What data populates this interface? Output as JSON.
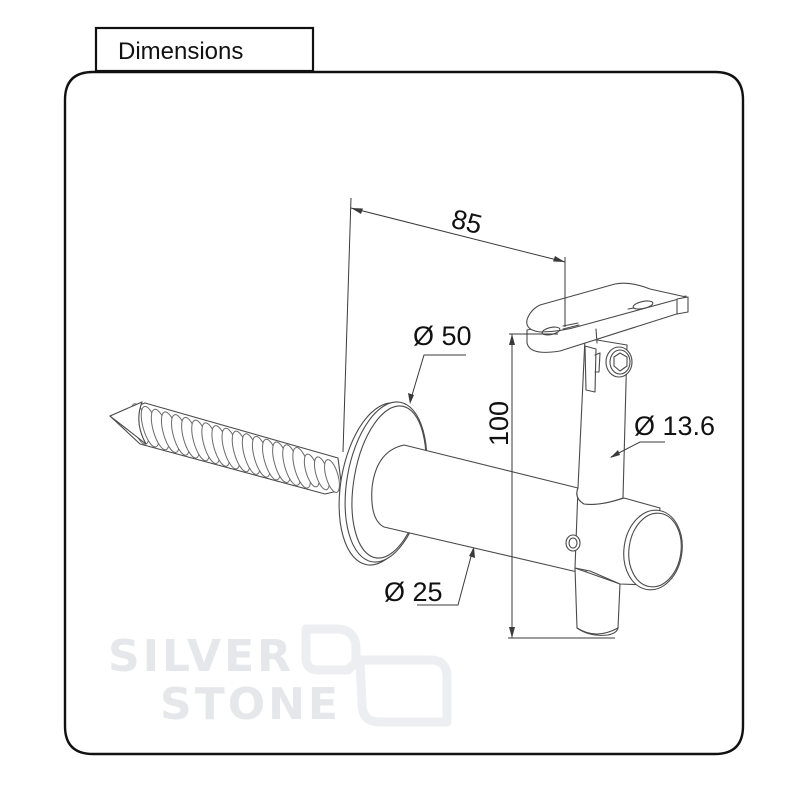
{
  "panel": {
    "title": "Dimensions"
  },
  "drawing": {
    "subject": "handrail-bracket-with-wood-screw",
    "parts": [
      "wood-screw",
      "wall-flange",
      "support-tube",
      "end-cap",
      "set-screw",
      "vertical-post",
      "hex-socket-screw",
      "handrail-saddle"
    ],
    "dimensions": {
      "projection": {
        "value": "85",
        "unit": "mm"
      },
      "height": {
        "value": "100",
        "unit": "mm"
      },
      "flange_diameter": {
        "label": "Ø 50",
        "symbol": "Ø",
        "value": "50",
        "unit": "mm"
      },
      "tube_diameter": {
        "label": "Ø 25",
        "symbol": "Ø",
        "value": "25",
        "unit": "mm"
      },
      "post_diameter": {
        "label": "Ø 13.6",
        "symbol": "Ø",
        "value": "13.6",
        "unit": "mm"
      }
    }
  },
  "watermark": {
    "line1": "SILVER",
    "line2": "STONE",
    "color": "#e6e7eb"
  },
  "colors": {
    "frame": "#111111",
    "linework": "#4a4a4a",
    "dimension": "#3a3a3a",
    "background": "#ffffff"
  }
}
